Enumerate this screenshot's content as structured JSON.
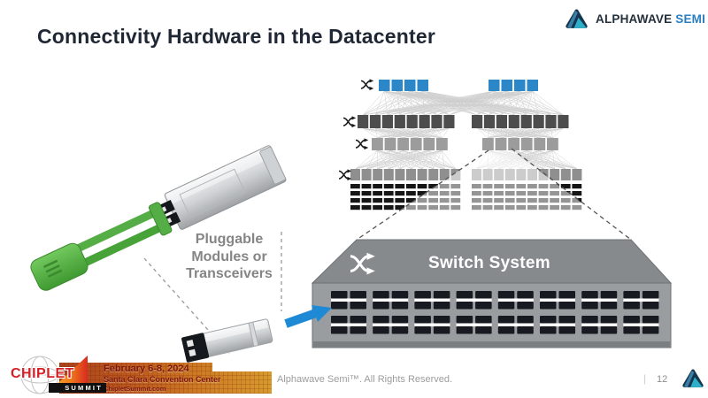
{
  "title": "Connectivity Hardware in the Datacenter",
  "brand": {
    "name": "ALPHAWAVE",
    "suffix": "SEMI"
  },
  "callouts": {
    "pluggable_lines": [
      "Pluggable",
      "Modules or",
      "Transceivers"
    ],
    "switch_label": "Switch System"
  },
  "topology": {
    "groups": 2,
    "rows": [
      {
        "name": "core-switch-row",
        "count_per_group": 4,
        "color": "#2b87c8"
      },
      {
        "name": "spine-switch-row",
        "count_per_group": 8,
        "color": "#4d4d4d"
      },
      {
        "name": "aggregation-switch-row",
        "count_per_group": 6,
        "color": "#9c9c9c"
      },
      {
        "name": "top-of-rack-switch-row",
        "count_per_group": 10,
        "color": "#8f8f8f"
      }
    ],
    "server_rows": 4,
    "servers_per_row_per_group": 10,
    "server_color": "#161616"
  },
  "switch_system": {
    "port_groups": 8,
    "port_rows": 4,
    "ports_per_group_row": 2,
    "port_color": "#171a20"
  },
  "footer": {
    "event": {
      "logo_word": "CHIPLET",
      "logo_subword": "SUMMIT",
      "date": "February 6-8, 2024",
      "venue": "Santa Clara Convention Center",
      "site": "ChipletSummit.com"
    },
    "copyright": "Alphawave Semi™. All Rights Reserved.",
    "separator": "|",
    "page_number": "12"
  },
  "colors": {
    "title_text": "#1f2734",
    "accent_blue": "#2b87c8",
    "arrow_blue": "#1e8ad6",
    "semi_blue": "#2b7fc0",
    "logo_navy": "#16364f",
    "logo_mid_blue": "#3c7fa6",
    "logo_teal": "#2fb0c9",
    "chiplet_red": "#d42127",
    "banner_orange": "#cd7b24",
    "gray_label": "#858585"
  }
}
